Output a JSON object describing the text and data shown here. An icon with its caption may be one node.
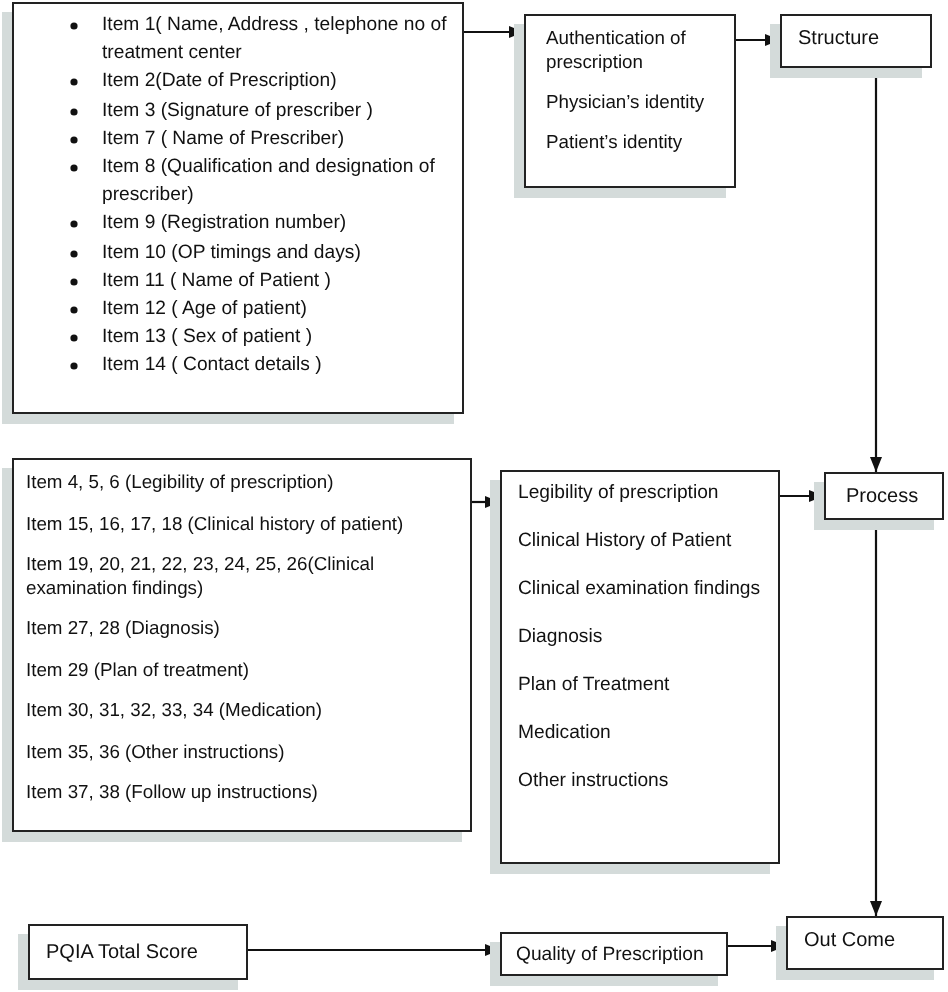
{
  "diagram": {
    "nodes": [
      {
        "text": [
          "Item 1( Name, Address , telephone no of treatment center",
          "Item 2(Date of Prescription)",
          "Item 3 (Signature of prescriber )",
          "Item 7 ( Name of Prescriber)",
          "Item 8 (Qualification and designation of prescriber)",
          "Item 9 (Registration number)",
          "Item 10 (OP timings and days)",
          "Item 11 ( Name of Patient )",
          "Item 12 ( Age of patient)",
          "Item 13 ( Sex of patient )",
          "Item 14 ( Contact details )"
        ]
      },
      {
        "text": [
          "Authentication of prescription",
          "Physician’s identity",
          "Patient’s identity"
        ]
      },
      {
        "text": [
          "Structure"
        ]
      },
      {
        "text": [
          "Item 4, 5, 6 (Legibility of prescription)",
          "Item 15, 16, 17, 18 (Clinical history of patient)",
          "Item 19, 20, 21, 22, 23, 24, 25, 26(Clinical examination findings)",
          "Item 27, 28 (Diagnosis)",
          "Item 29 (Plan of treatment)",
          "Item 30, 31, 32, 33, 34 (Medication)",
          "Item 35, 36 (Other instructions)",
          "Item 37, 38 (Follow up instructions)"
        ]
      },
      {
        "text": [
          "Legibility of prescription",
          "Clinical History of Patient",
          "Clinical examination findings",
          "Diagnosis",
          "Plan of Treatment",
          "Medication",
          "Other instructions"
        ]
      },
      {
        "text": [
          "Process"
        ]
      },
      {
        "text": [
          "PQIA Total Score"
        ]
      },
      {
        "text": [
          "Quality of Prescription"
        ]
      },
      {
        "text": [
          "Out Come"
        ]
      }
    ],
    "edges": [
      {
        "from": 0,
        "to": 1,
        "arrow": "to"
      },
      {
        "from": 1,
        "to": 2,
        "arrow": "to"
      },
      {
        "from": 2,
        "to": 5,
        "arrow": "to"
      },
      {
        "from": 3,
        "to": 4,
        "arrow": "to"
      },
      {
        "from": 4,
        "to": 5,
        "arrow": "to"
      },
      {
        "from": 5,
        "to": 8,
        "arrow": "to"
      },
      {
        "from": 6,
        "to": 7,
        "arrow": "to"
      },
      {
        "from": 7,
        "to": 8,
        "arrow": "to"
      }
    ]
  }
}
